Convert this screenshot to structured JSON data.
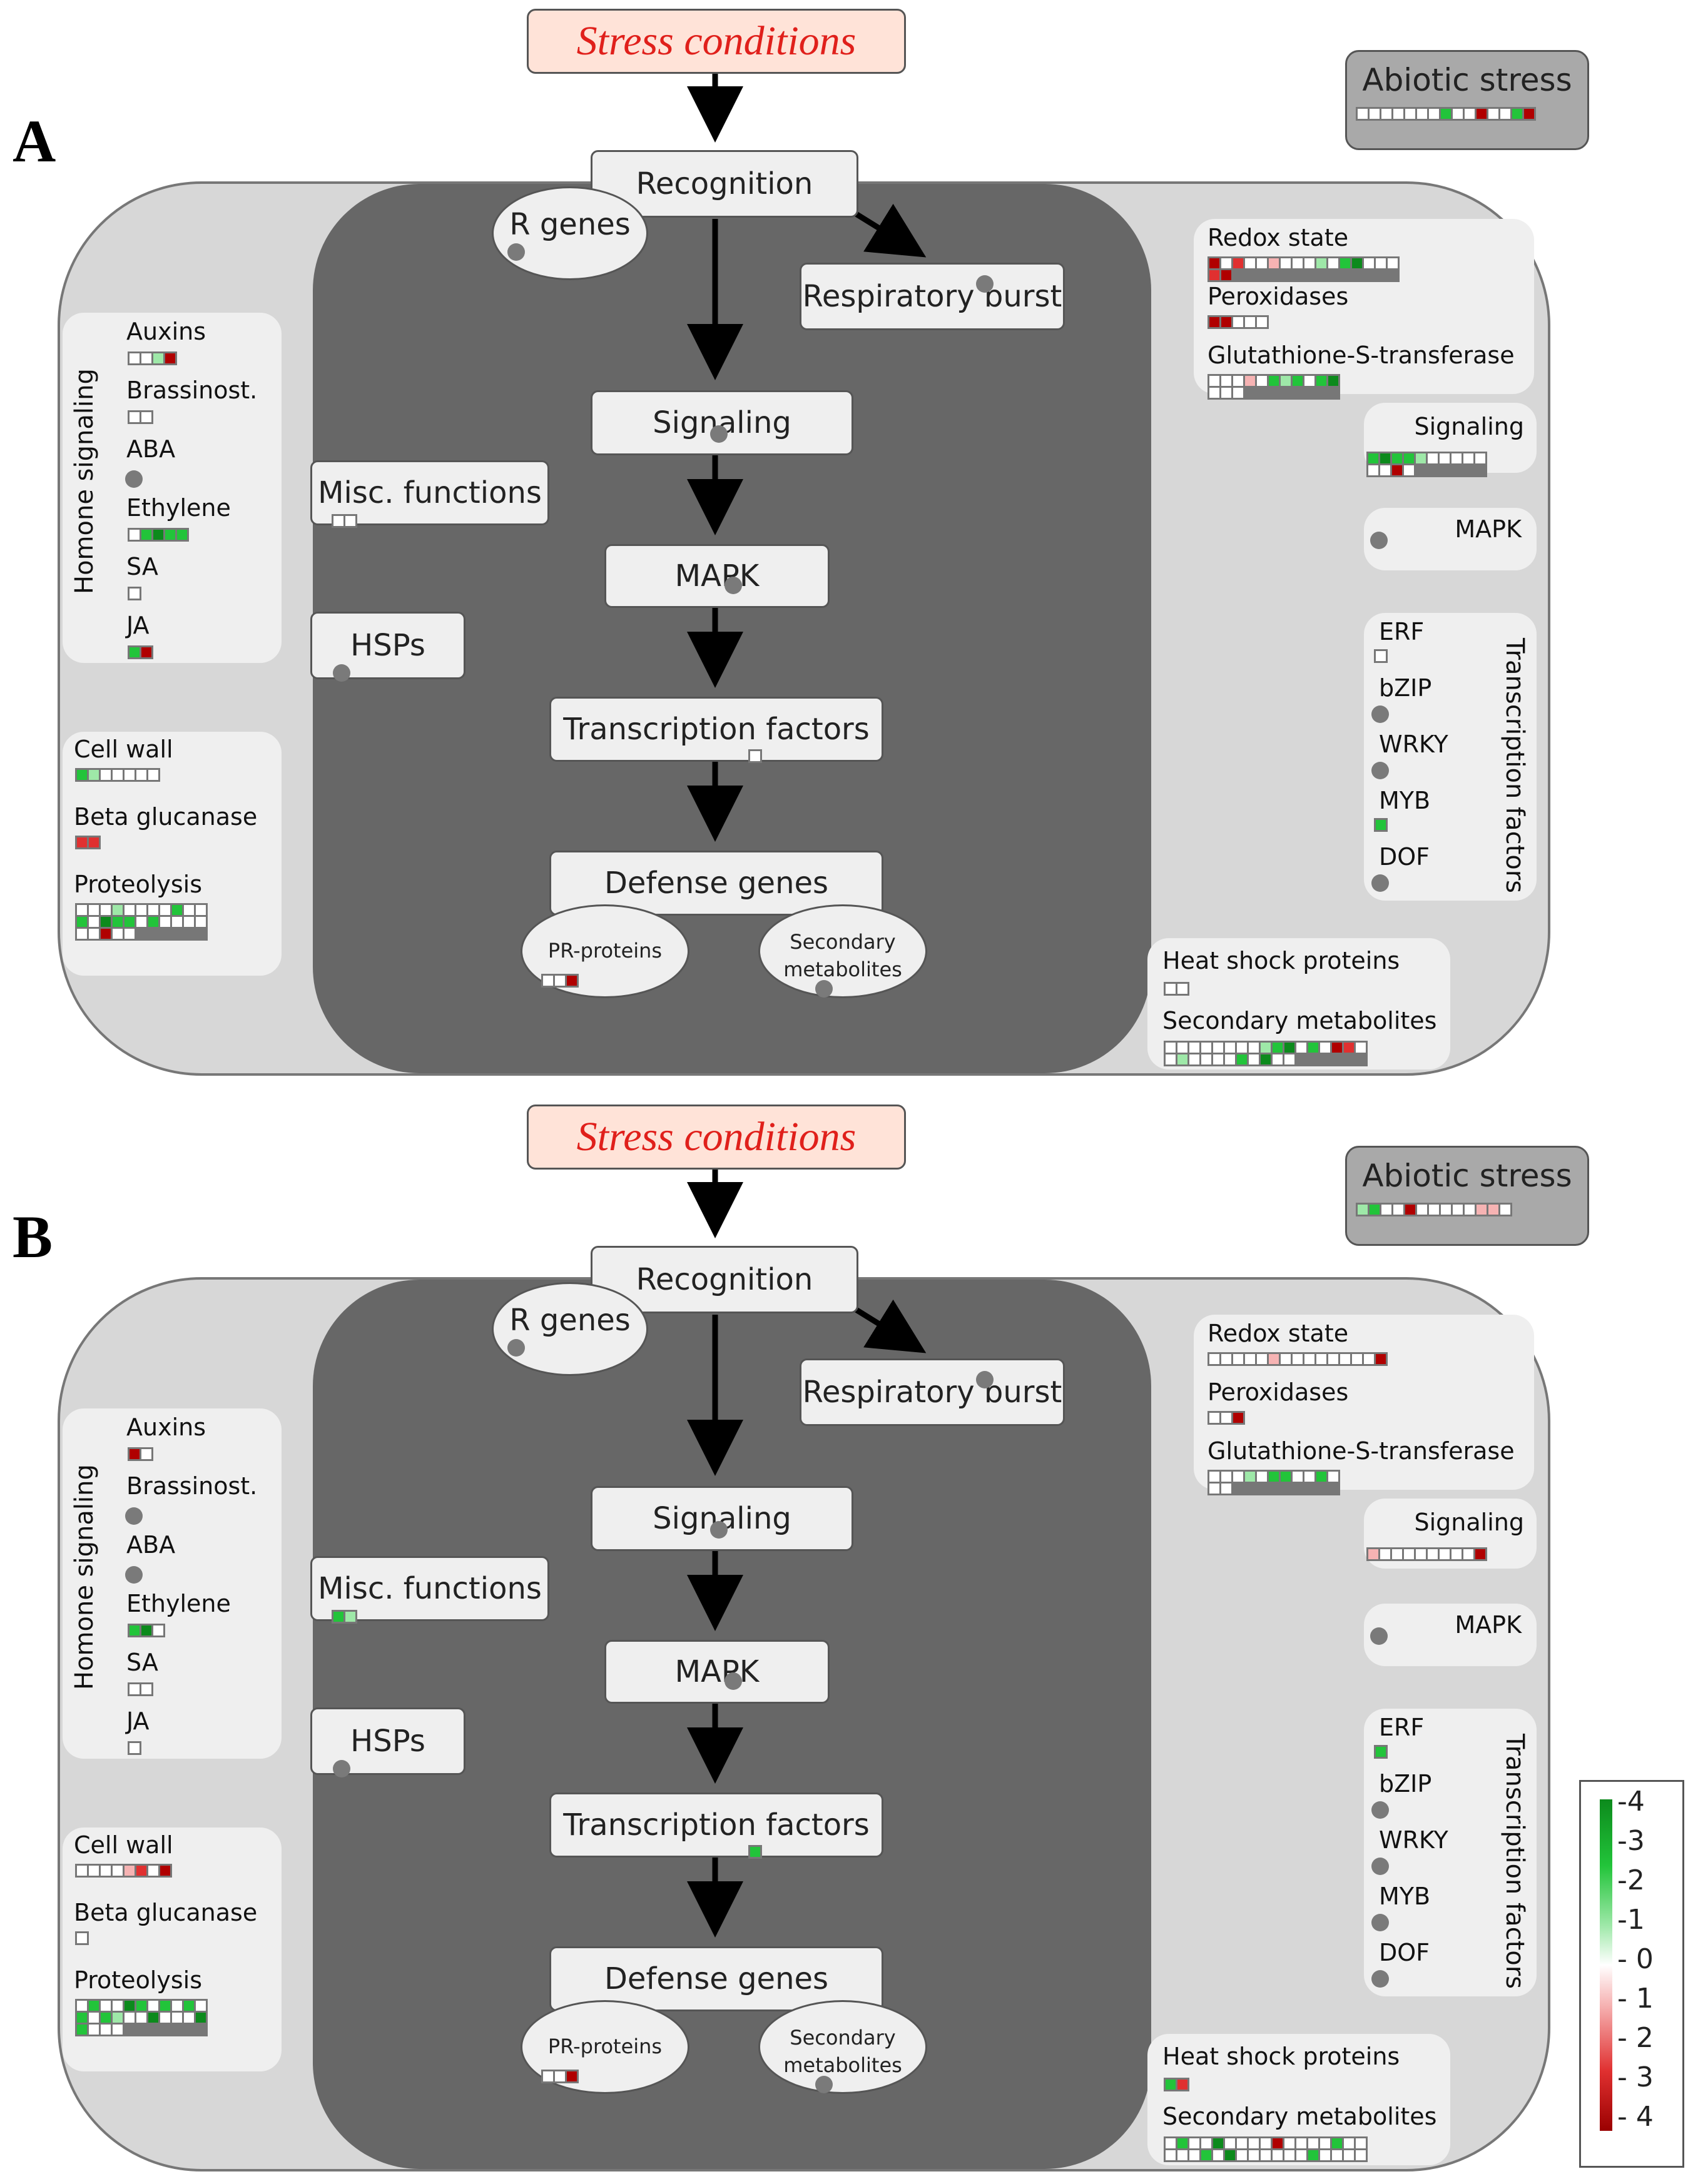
{
  "panels": [
    {
      "letter": "A",
      "stress": "Stress conditions",
      "abiotic": {
        "title": "Abiotic stress",
        "cells": [
          "#ffffff",
          "#ffffff",
          "#ffffff",
          "#ffffff",
          "#ffffff",
          "#ffffff",
          "#ffffff",
          "#22c43a",
          "#ffffff",
          "#ffffff",
          "#b00000",
          "#ffffff",
          "#ffffff",
          "#22c43a",
          "#b00000"
        ]
      },
      "nodes": {
        "recognition": "Recognition",
        "r_genes": "R genes",
        "respiratory": "Respiratory burst",
        "signaling": "Signaling",
        "misc": "Misc. functions",
        "mapk": "MAPK",
        "hsps": "HSPs",
        "tf": "Transcription factors",
        "defense": "Defense genes",
        "pr": "PR-proteins",
        "secondary_1": "Secondary",
        "secondary_2": "metabolites"
      },
      "hormone_title": "Homone signaling",
      "hormones": [
        {
          "label": "Auxins",
          "cells": [
            "#ffffff",
            "#ffffff",
            "#9ee8a8",
            "#b00000"
          ]
        },
        {
          "label": "Brassinost.",
          "cells": [
            "#ffffff",
            "#ffffff"
          ]
        },
        {
          "label": "ABA",
          "cells": []
        },
        {
          "label": "Ethylene",
          "cells": [
            "#ffffff",
            "#22c43a",
            "#0c8a1c",
            "#22c43a",
            "#22c43a"
          ]
        },
        {
          "label": "SA",
          "cells": [
            "#ffffff"
          ]
        },
        {
          "label": "JA",
          "cells": [
            "#22c43a",
            "#b00000"
          ]
        }
      ],
      "misc_cells": [
        "#ffffff",
        "#ffffff"
      ],
      "tf_cells": [
        "#ffffff"
      ],
      "pr_cells": [
        "#ffffff",
        "#ffffff",
        "#b00000"
      ],
      "lower_left": [
        {
          "label": "Cell wall",
          "cells": [
            "#22c43a",
            "#9ee8a8",
            "#ffffff",
            "#ffffff",
            "#ffffff",
            "#ffffff",
            "#ffffff"
          ]
        },
        {
          "label": "Beta glucanase",
          "cells": [
            "#e03030",
            "#e03030"
          ]
        },
        {
          "label": "Proteolysis",
          "cols": 11,
          "cells": [
            "#ffffff",
            "#ffffff",
            "#ffffff",
            "#9ee8a8",
            "#ffffff",
            "#ffffff",
            "#ffffff",
            "#ffffff",
            "#22c43a",
            "#ffffff",
            "#ffffff",
            "#22c43a",
            "#ffffff",
            "#0c8a1c",
            "#22c43a",
            "#22c43a",
            "#ffffff",
            "#22c43a",
            "#ffffff",
            "#ffffff",
            "#ffffff",
            "#ffffff",
            "#ffffff",
            "#ffffff",
            "#b00000",
            "#ffffff",
            "#ffffff"
          ]
        }
      ],
      "right_top": [
        {
          "label": "Redox state",
          "cols": 16,
          "cells": [
            "#b00000",
            "#ffffff",
            "#e03030",
            "#ffffff",
            "#ffffff",
            "#f6b3b3",
            "#ffffff",
            "#ffffff",
            "#ffffff",
            "#9ee8a8",
            "#ffffff",
            "#22c43a",
            "#0c8a1c",
            "#ffffff",
            "#ffffff",
            "#ffffff",
            "#e03030",
            "#b00000"
          ]
        },
        {
          "label": "Peroxidases",
          "cells": [
            "#b00000",
            "#b00000",
            "#ffffff",
            "#ffffff",
            "#ffffff"
          ]
        },
        {
          "label": "Glutathione-S-transferase",
          "cols": 11,
          "cells": [
            "#ffffff",
            "#ffffff",
            "#ffffff",
            "#f6b3b3",
            "#ffffff",
            "#22c43a",
            "#9ee8a8",
            "#22c43a",
            "#ffffff",
            "#22c43a",
            "#0c8a1c",
            "#ffffff",
            "#ffffff",
            "#ffffff"
          ]
        }
      ],
      "right_signaling": {
        "label": "Signaling",
        "cols": 10,
        "cells": [
          "#22c43a",
          "#0c8a1c",
          "#22c43a",
          "#22c43a",
          "#9ee8a8",
          "#ffffff",
          "#ffffff",
          "#ffffff",
          "#ffffff",
          "#ffffff",
          "#ffffff",
          "#ffffff",
          "#b00000",
          "#ffffff"
        ]
      },
      "right_mapk": "MAPK",
      "tf_title": "Transcription factors",
      "tfs": [
        {
          "label": "ERF",
          "cells": [
            "#ffffff"
          ]
        },
        {
          "label": "bZIP",
          "cells": []
        },
        {
          "label": "WRKY",
          "cells": []
        },
        {
          "label": "MYB",
          "cells": [
            "#22c43a"
          ]
        },
        {
          "label": "DOF",
          "cells": []
        }
      ],
      "hsp_label": "Heat shock proteins",
      "hsp_cells": [
        "#ffffff",
        "#ffffff"
      ],
      "secmet_label": "Secondary metabolites",
      "secmet_cols": 17,
      "secmet_cells": [
        "#ffffff",
        "#ffffff",
        "#ffffff",
        "#ffffff",
        "#ffffff",
        "#ffffff",
        "#ffffff",
        "#ffffff",
        "#9ee8a8",
        "#22c43a",
        "#0c8a1c",
        "#ffffff",
        "#22c43a",
        "#ffffff",
        "#b00000",
        "#e03030",
        "#ffffff",
        "#ffffff",
        "#9ee8a8",
        "#ffffff",
        "#ffffff",
        "#ffffff",
        "#ffffff",
        "#22c43a",
        "#ffffff",
        "#0c8a1c",
        "#ffffff",
        "#ffffff"
      ]
    },
    {
      "letter": "B",
      "stress": "Stress conditions",
      "abiotic": {
        "title": "Abiotic stress",
        "cells": [
          "#9ee8a8",
          "#22c43a",
          "#ffffff",
          "#ffffff",
          "#b00000",
          "#ffffff",
          "#ffffff",
          "#ffffff",
          "#ffffff",
          "#ffffff",
          "#f6b3b3",
          "#f6b3b3",
          "#ffffff"
        ]
      },
      "nodes": {
        "recognition": "Recognition",
        "r_genes": "R genes",
        "respiratory": "Respiratory burst",
        "signaling": "Signaling",
        "misc": "Misc. functions",
        "mapk": "MAPK",
        "hsps": "HSPs",
        "tf": "Transcription factors",
        "defense": "Defense genes",
        "pr": "PR-proteins",
        "secondary_1": "Secondary",
        "secondary_2": "metabolites"
      },
      "hormone_title": "Homone signaling",
      "hormones": [
        {
          "label": "Auxins",
          "cells": [
            "#b00000",
            "#ffffff"
          ]
        },
        {
          "label": "Brassinost.",
          "cells": []
        },
        {
          "label": "ABA",
          "cells": []
        },
        {
          "label": "Ethylene",
          "cells": [
            "#22c43a",
            "#0c8a1c",
            "#ffffff"
          ]
        },
        {
          "label": "SA",
          "cells": [
            "#ffffff",
            "#ffffff"
          ]
        },
        {
          "label": "JA",
          "cells": [
            "#ffffff"
          ]
        }
      ],
      "misc_cells": [
        "#22c43a",
        "#9ee8a8"
      ],
      "tf_cells": [
        "#22c43a"
      ],
      "pr_cells": [
        "#ffffff",
        "#ffffff",
        "#b00000"
      ],
      "lower_left": [
        {
          "label": "Cell wall",
          "cells": [
            "#ffffff",
            "#ffffff",
            "#ffffff",
            "#ffffff",
            "#f6b3b3",
            "#e03030",
            "#ffffff",
            "#b00000"
          ]
        },
        {
          "label": "Beta glucanase",
          "cells": [
            "#ffffff"
          ]
        },
        {
          "label": "Proteolysis",
          "cols": 11,
          "cells": [
            "#ffffff",
            "#22c43a",
            "#ffffff",
            "#ffffff",
            "#0c8a1c",
            "#22c43a",
            "#ffffff",
            "#22c43a",
            "#ffffff",
            "#22c43a",
            "#ffffff",
            "#22c43a",
            "#ffffff",
            "#22c43a",
            "#9ee8a8",
            "#ffffff",
            "#ffffff",
            "#0c8a1c",
            "#ffffff",
            "#ffffff",
            "#ffffff",
            "#0c8a1c",
            "#22c43a",
            "#ffffff",
            "#ffffff",
            "#ffffff"
          ]
        }
      ],
      "right_top": [
        {
          "label": "Redox state",
          "cols": 16,
          "cells": [
            "#ffffff",
            "#ffffff",
            "#ffffff",
            "#ffffff",
            "#ffffff",
            "#f6b3b3",
            "#ffffff",
            "#ffffff",
            "#ffffff",
            "#ffffff",
            "#ffffff",
            "#ffffff",
            "#ffffff",
            "#ffffff",
            "#b00000"
          ]
        },
        {
          "label": "Peroxidases",
          "cells": [
            "#ffffff",
            "#ffffff",
            "#b00000"
          ]
        },
        {
          "label": "Glutathione-S-transferase",
          "cols": 11,
          "cells": [
            "#ffffff",
            "#ffffff",
            "#ffffff",
            "#9ee8a8",
            "#ffffff",
            "#22c43a",
            "#22c43a",
            "#ffffff",
            "#ffffff",
            "#22c43a",
            "#ffffff",
            "#ffffff",
            "#ffffff"
          ]
        }
      ],
      "right_signaling": {
        "label": "Signaling",
        "cols": 10,
        "cells": [
          "#f6b3b3",
          "#ffffff",
          "#ffffff",
          "#ffffff",
          "#ffffff",
          "#ffffff",
          "#ffffff",
          "#ffffff",
          "#ffffff",
          "#b00000"
        ]
      },
      "right_mapk": "MAPK",
      "tf_title": "Transcription factors",
      "tfs": [
        {
          "label": "ERF",
          "cells": [
            "#22c43a"
          ]
        },
        {
          "label": "bZIP",
          "cells": []
        },
        {
          "label": "WRKY",
          "cells": []
        },
        {
          "label": "MYB",
          "cells": []
        },
        {
          "label": "DOF",
          "cells": []
        }
      ],
      "hsp_label": "Heat shock proteins",
      "hsp_cells": [
        "#22c43a",
        "#e03030"
      ],
      "secmet_label": "Secondary metabolites",
      "secmet_cols": 17,
      "secmet_cells": [
        "#ffffff",
        "#22c43a",
        "#ffffff",
        "#ffffff",
        "#0c8a1c",
        "#ffffff",
        "#ffffff",
        "#ffffff",
        "#ffffff",
        "#b00000",
        "#ffffff",
        "#ffffff",
        "#ffffff",
        "#ffffff",
        "#22c43a",
        "#ffffff",
        "#ffffff",
        "#ffffff",
        "#ffffff",
        "#ffffff",
        "#22c43a",
        "#ffffff",
        "#0c8a1c",
        "#ffffff",
        "#ffffff",
        "#ffffff",
        "#ffffff",
        "#ffffff",
        "#ffffff",
        "#22c43a",
        "#ffffff",
        "#ffffff",
        "#ffffff",
        "#ffffff"
      ]
    }
  ],
  "legend": {
    "ticks": [
      "-4",
      "-3",
      "-2",
      "-1",
      "0",
      "1",
      "2",
      "3",
      "4"
    ],
    "gradient": [
      "#0c8a1c",
      "#22c43a",
      "#9ee8a8",
      "#ffffff",
      "#f6b3b3",
      "#e03030",
      "#9a0000"
    ]
  }
}
